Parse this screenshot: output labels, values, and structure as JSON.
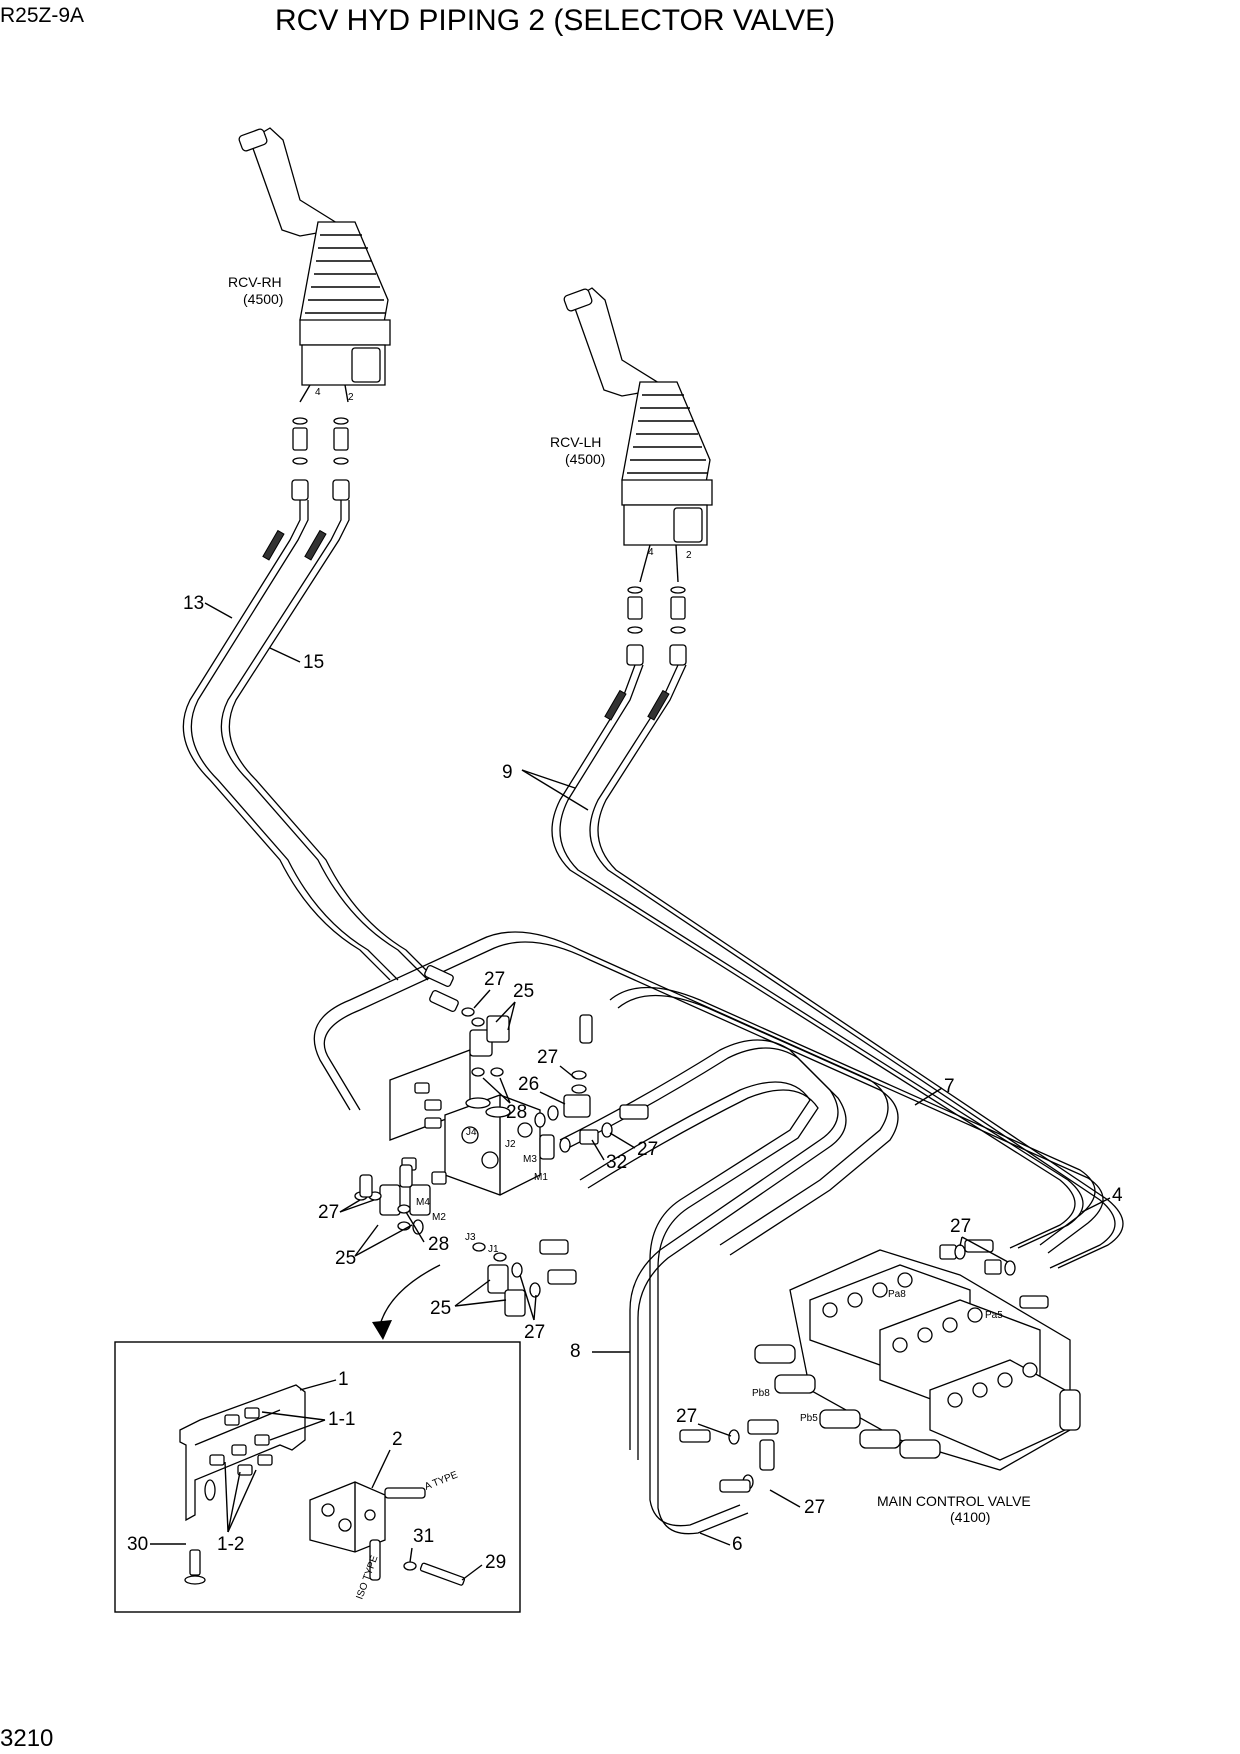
{
  "header": {
    "model": "R25Z-9A",
    "title": "RCV HYD PIPING 2 (SELECTOR VALVE)",
    "page_number": "3210"
  },
  "components": {
    "rcv_rh": {
      "name": "RCV-RH",
      "code": "(4500)",
      "port_4": "4",
      "port_2": "2"
    },
    "rcv_lh": {
      "name": "RCV-LH",
      "code": "(4500)",
      "port_4": "4",
      "port_2": "2"
    },
    "mcv": {
      "name": "MAIN CONTROL VALVE",
      "code": "(4100)"
    },
    "selector_ports": {
      "j1": "J1",
      "j2": "J2",
      "j3": "J3",
      "j4": "J4",
      "m1": "M1",
      "m2": "M2",
      "m3": "M3",
      "m4": "M4"
    },
    "mcv_ports": {
      "pa8": "Pa8",
      "pb8": "Pb8",
      "pa5": "Pa5",
      "pb5": "Pb5"
    },
    "detail": {
      "a_type": "A TYPE",
      "iso_type": "ISO TYPE"
    }
  },
  "callouts": {
    "c13": "13",
    "c15": "15",
    "c9": "9",
    "c27a": "27",
    "c25a": "25",
    "c27b": "27",
    "c26": "26",
    "c28a": "28",
    "c32": "32",
    "c27c": "27",
    "c7": "7",
    "c4": "4",
    "c27d": "27",
    "c25b": "25",
    "c28b": "28",
    "c25c": "25",
    "c27e": "27",
    "c27f": "27",
    "c8": "8",
    "c27g": "27",
    "c27h": "27",
    "c6": "6",
    "d1": "1",
    "d1_1": "1-1",
    "d2": "2",
    "d1_2": "1-2",
    "d30": "30",
    "d31": "31",
    "d29": "29"
  }
}
